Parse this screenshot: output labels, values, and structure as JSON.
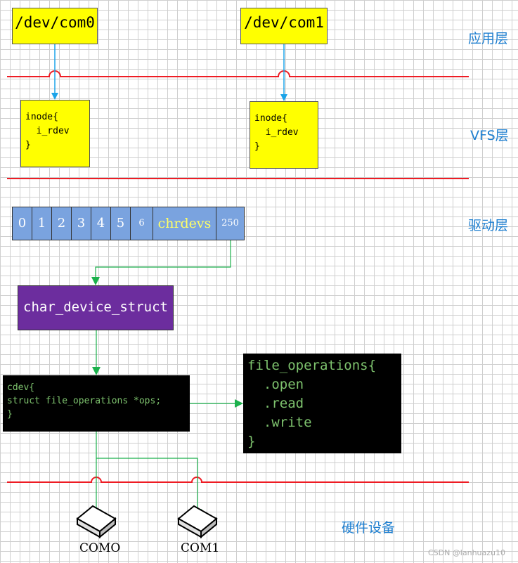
{
  "devices": {
    "com0": "/dev/com0",
    "com1": "/dev/com1"
  },
  "inode": {
    "line1": "inode{",
    "line2": "  i_rdev",
    "line3": "}"
  },
  "layers": {
    "app": "应用层",
    "vfs": "VFS层",
    "driver": "驱动层",
    "hardware": "硬件设备"
  },
  "chrdevs": {
    "cells": [
      "0",
      "1",
      "2",
      "3",
      "4",
      "5",
      "6"
    ],
    "name": "chrdevs",
    "last": "250"
  },
  "char_device_struct": "char_device_struct",
  "cdev": {
    "line1": "cdev{",
    "line2": "struct file_operations *ops;",
    "line3": "}"
  },
  "file_operations": {
    "line1": "file_operations{",
    "line2": "  .open",
    "line3": "  .read",
    "line4": "  .write",
    "line5": "}"
  },
  "hardware": {
    "com0": "COMO",
    "com1": "COM1"
  },
  "watermark": "CSDN @lanhuazu10",
  "colors": {
    "yellow": "#ffff00",
    "blue_cell": "#7aa3df",
    "purple": "#6c2d9e",
    "red_line": "#ee1c24",
    "cyan_arrow": "#1aa3e8",
    "green_arrow": "#1bb14c",
    "layer_text": "#1e7fd0"
  }
}
